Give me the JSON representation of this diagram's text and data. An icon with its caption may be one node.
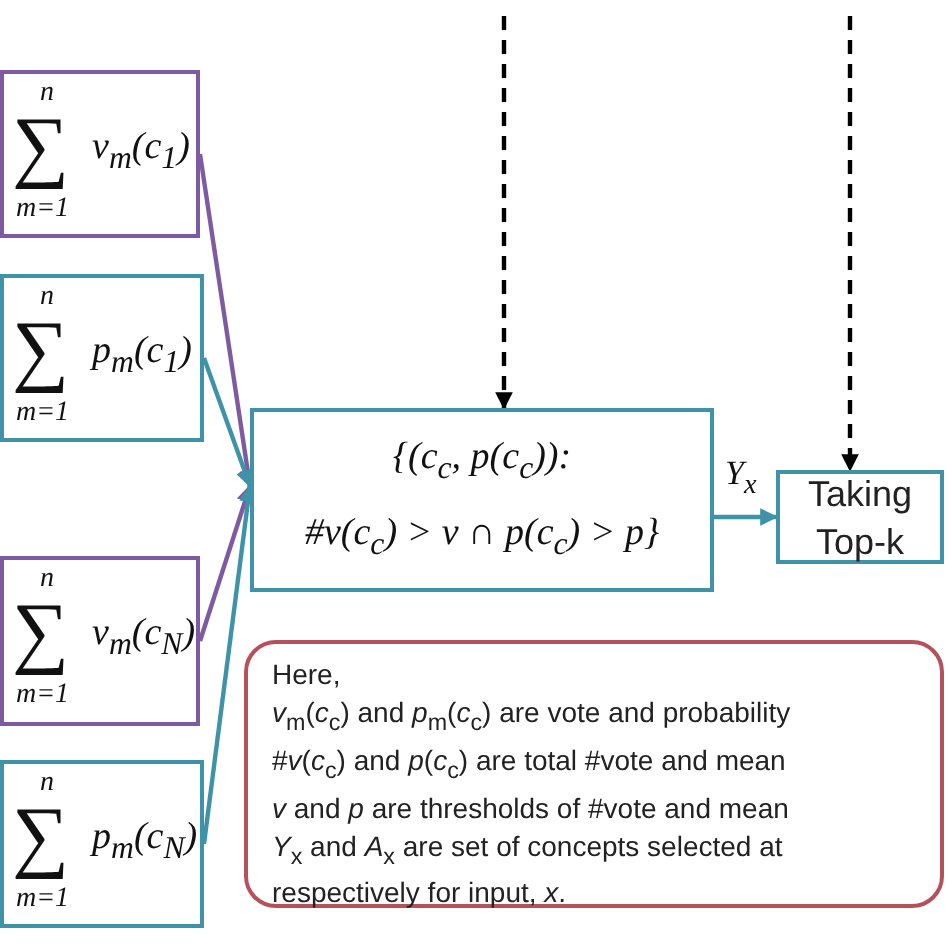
{
  "diagram": {
    "nodes": [
      {
        "text": [
          "n",
          "∑",
          "v$_{m}$(c$_{1}$)",
          "m=1"
        ]
      },
      {
        "text": [
          "n",
          "∑",
          "p$_{m}$(c$_{1}$)",
          "m=1"
        ]
      },
      {
        "text": [
          "n",
          "∑",
          "v$_{m}$(c$_{N}$)",
          "m=1"
        ]
      },
      {
        "text": [
          "n",
          "∑",
          "p$_{m}$(c$_{N}$)",
          "m=1"
        ]
      },
      {
        "text": [
          "{(c$_{c}$, p(c$_{c}$)):",
          "#v(c$_{c}$) > v ∩ p(c$_{c}$) > p}"
        ]
      },
      {
        "text": [
          "Taking Top-k"
        ]
      },
      {
        "text": [
          "Here,",
          "*v*$_{m}$(*c*$_{c}$) and *p*$_{m}$(*c*$_{c}$) are vote and probability",
          "#*v*(*c*$_{c}$) and *p*(*c*$_{c}$) are total #vote and mean",
          "*v* and *p* are thresholds of #vote and mean",
          "*Y*$_{x}$ and *A*$_{x}$ are set of concepts selected at",
          "respectively for input, *x*."
        ]
      }
    ],
    "edges": [
      {
        "from": 0,
        "to": 4,
        "arrow": "to",
        "color": "#7e5aa2"
      },
      {
        "from": 1,
        "to": 4,
        "arrow": "to"
      },
      {
        "from": 2,
        "to": 4,
        "arrow": "to",
        "color": "#7e5aa2"
      },
      {
        "from": 3,
        "to": 4,
        "arrow": "to"
      },
      {
        "from": 4,
        "to": 5,
        "arrow": "to",
        "label": "Y$_{x}$"
      },
      {
        "from": null,
        "to": 4,
        "arrow": "to",
        "style": "dashed",
        "color": "#000000"
      },
      {
        "from": null,
        "to": 5,
        "arrow": "to",
        "style": "dashed",
        "color": "#000000"
      }
    ]
  }
}
